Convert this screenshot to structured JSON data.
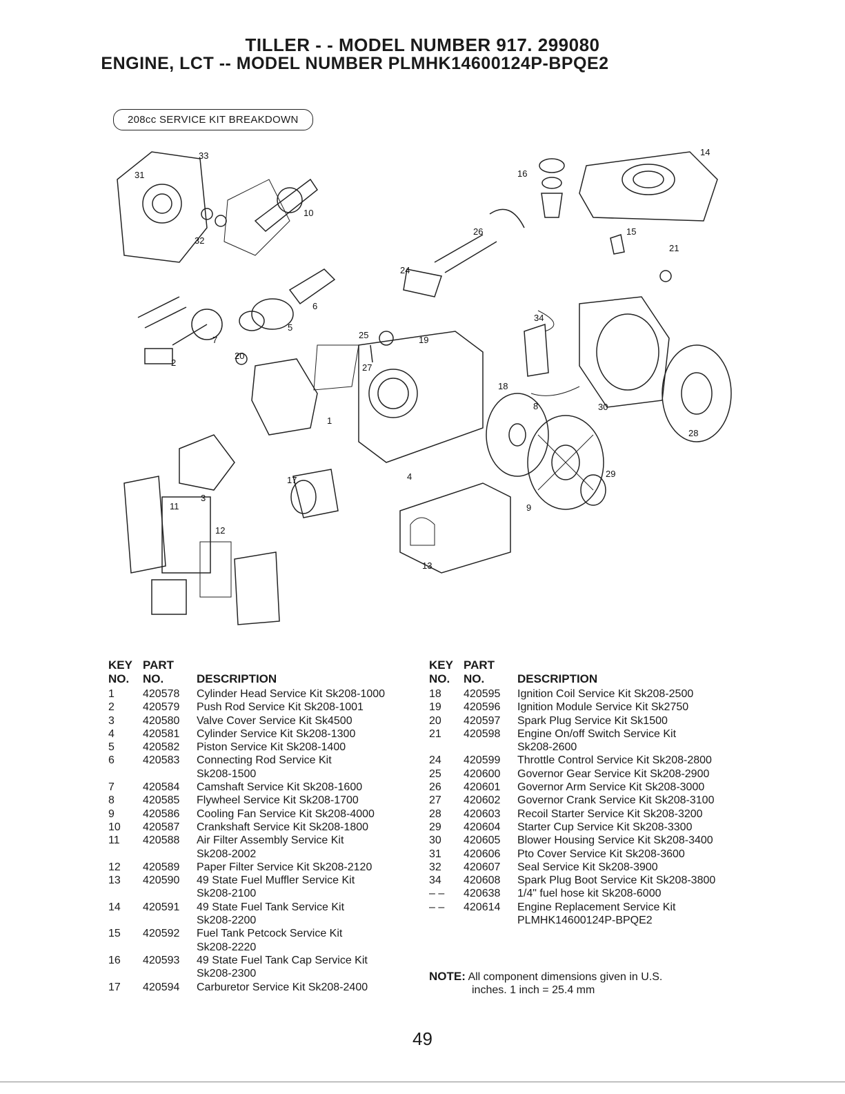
{
  "header": {
    "title_line1": "TILLER - - MODEL NUMBER 917. 299080",
    "title_line2": "ENGINE, LCT -- MODEL NUMBER PLMHK14600124P-BPQE2"
  },
  "kit_label": "208cc SERVICE KIT BREAKDOWN",
  "diagram_callouts": [
    "33",
    "31",
    "10",
    "32",
    "16",
    "14",
    "26",
    "15",
    "21",
    "24",
    "6",
    "34",
    "5",
    "25",
    "19",
    "7",
    "2",
    "20",
    "27",
    "18",
    "8",
    "30",
    "28",
    "1",
    "29",
    "4",
    "17",
    "3",
    "11",
    "9",
    "12",
    "13"
  ],
  "table_headers": {
    "key_top": "KEY",
    "key_bottom": "NO.",
    "part_top": "PART",
    "part_bottom": "NO.",
    "description": "DESCRIPTION"
  },
  "parts_left": [
    {
      "key": "1",
      "part": "420578",
      "desc": "Cylinder Head Service Kit Sk208-1000"
    },
    {
      "key": "2",
      "part": "420579",
      "desc": "Push Rod Service Kit Sk208-1001"
    },
    {
      "key": "3",
      "part": "420580",
      "desc": "Valve Cover Service Kit Sk4500"
    },
    {
      "key": "4",
      "part": "420581",
      "desc": "Cylinder Service Kit Sk208-1300"
    },
    {
      "key": "5",
      "part": "420582",
      "desc": "Piston Service Kit Sk208-1400"
    },
    {
      "key": "6",
      "part": "420583",
      "desc": "Connecting Rod Service Kit\nSk208-1500"
    },
    {
      "key": "7",
      "part": "420584",
      "desc": "Camshaft Service Kit Sk208-1600"
    },
    {
      "key": "8",
      "part": "420585",
      "desc": "Flywheel Service Kit Sk208-1700"
    },
    {
      "key": "9",
      "part": "420586",
      "desc": "Cooling Fan Service Kit Sk208-4000"
    },
    {
      "key": "10",
      "part": "420587",
      "desc": "Crankshaft Service Kit Sk208-1800"
    },
    {
      "key": "11",
      "part": "420588",
      "desc": "Air Filter Assembly Service Kit\nSk208-2002"
    },
    {
      "key": "12",
      "part": "420589",
      "desc": "Paper Filter Service Kit Sk208-2120"
    },
    {
      "key": "13",
      "part": "420590",
      "desc": "49 State Fuel Muffler Service Kit\nSk208-2100"
    },
    {
      "key": "14",
      "part": "420591",
      "desc": "49 State Fuel Tank Service Kit\nSk208-2200"
    },
    {
      "key": "15",
      "part": "420592",
      "desc": "Fuel Tank Petcock Service Kit\nSk208-2220"
    },
    {
      "key": "16",
      "part": "420593",
      "desc": "49 State Fuel Tank Cap Service Kit\nSk208-2300"
    },
    {
      "key": "17",
      "part": "420594",
      "desc": "Carburetor Service Kit Sk208-2400"
    }
  ],
  "parts_right": [
    {
      "key": "18",
      "part": "420595",
      "desc": "Ignition Coil Service Kit Sk208-2500"
    },
    {
      "key": "19",
      "part": "420596",
      "desc": "Ignition Module Service Kit Sk2750"
    },
    {
      "key": "20",
      "part": "420597",
      "desc": "Spark Plug Service Kit Sk1500"
    },
    {
      "key": "21",
      "part": "420598",
      "desc": "Engine On/off Switch Service Kit\nSk208-2600"
    },
    {
      "key": "24",
      "part": "420599",
      "desc": "Throttle Control Service Kit Sk208-2800"
    },
    {
      "key": "25",
      "part": "420600",
      "desc": "Governor Gear Service Kit Sk208-2900"
    },
    {
      "key": "26",
      "part": "420601",
      "desc": "Governor Arm Service Kit Sk208-3000"
    },
    {
      "key": "27",
      "part": "420602",
      "desc": "Governor Crank Service Kit Sk208-3100"
    },
    {
      "key": "28",
      "part": "420603",
      "desc": "Recoil Starter Service Kit Sk208-3200"
    },
    {
      "key": "29",
      "part": "420604",
      "desc": "Starter Cup Service Kit Sk208-3300"
    },
    {
      "key": "30",
      "part": "420605",
      "desc": "Blower Housing Service Kit Sk208-3400"
    },
    {
      "key": "31",
      "part": "420606",
      "desc": "Pto Cover Service Kit Sk208-3600"
    },
    {
      "key": "32",
      "part": "420607",
      "desc": "Seal Service Kit Sk208-3900"
    },
    {
      "key": "34",
      "part": "420608",
      "desc": "Spark Plug Boot Service Kit Sk208-3800"
    },
    {
      "key": "– –",
      "part": "420638",
      "desc": "1/4\" fuel hose kit Sk208-6000"
    },
    {
      "key": "– –",
      "part": "420614",
      "desc": "Engine Replacement Service Kit\nPLMHK14600124P-BPQE2"
    }
  ],
  "note": {
    "label": "NOTE:",
    "line1": "All component dimensions given in U.S.",
    "line2": "inches. 1 inch = 25.4 mm"
  },
  "page_number": "49"
}
